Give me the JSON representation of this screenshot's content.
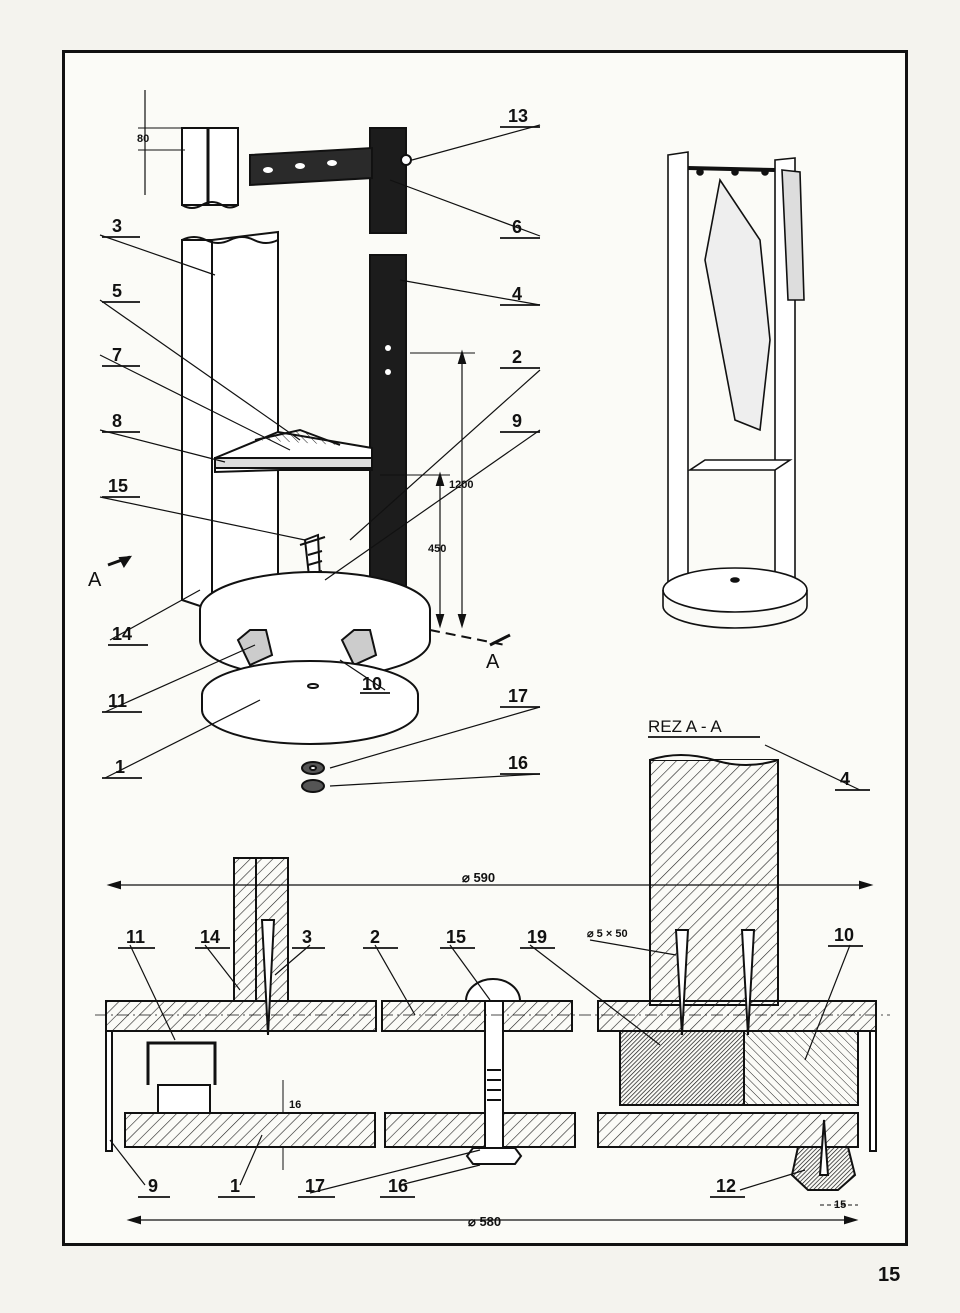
{
  "page_number": "15",
  "section_label": "REZ  A - A",
  "callouts": {
    "c1": "1",
    "c2": "2",
    "c3": "3",
    "c4": "4",
    "c5": "5",
    "c6": "6",
    "c7": "7",
    "c8": "8",
    "c9": "9",
    "c10": "10",
    "c11": "11",
    "c12": "12",
    "c13": "13",
    "c14": "14",
    "c15": "15",
    "c16": "16",
    "c17": "17",
    "c19": "19"
  },
  "bottom_callouts": {
    "b11": "11",
    "b14": "14",
    "b3": "3",
    "b2": "2",
    "b15": "15",
    "b19": "19",
    "b10": "10",
    "b9": "9",
    "b1": "1",
    "b17": "17",
    "b16": "16",
    "b12": "12",
    "s4": "4"
  },
  "dimensions": {
    "d80": "80",
    "d1200": "1200",
    "d450": "450",
    "d590": "⌀ 590",
    "d580": "⌀ 580",
    "d16": "16",
    "d15": "15",
    "screw": "⌀ 5 × 50"
  },
  "section_marks": {
    "a1": "A",
    "a2": "A"
  }
}
